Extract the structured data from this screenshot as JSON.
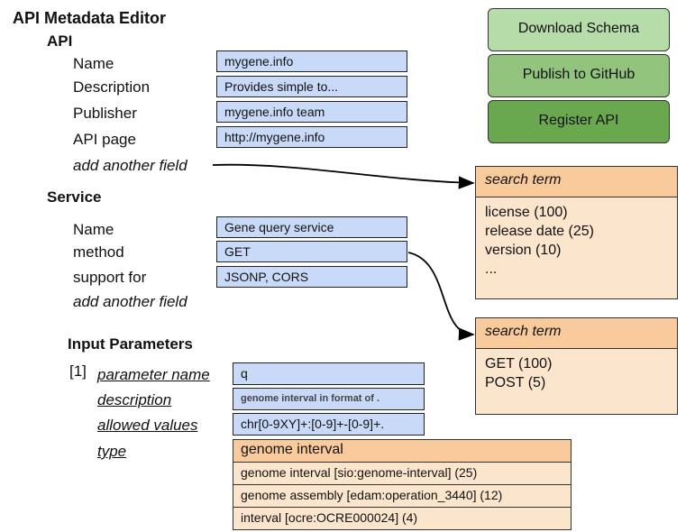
{
  "app": {
    "title": "API Metadata Editor"
  },
  "api": {
    "heading": "API",
    "fields": [
      {
        "label": "Name",
        "value": "mygene.info"
      },
      {
        "label": "Description",
        "value": "Provides simple to..."
      },
      {
        "label": "Publisher",
        "value": "mygene.info team"
      },
      {
        "label": "API page",
        "value": "http://mygene.info"
      }
    ],
    "add_field": "add another field"
  },
  "service": {
    "heading": "Service",
    "fields": [
      {
        "label": "Name",
        "value": "Gene query service"
      },
      {
        "label": "method",
        "value": "GET"
      },
      {
        "label": "support for",
        "value": "JSONP, CORS"
      }
    ],
    "add_field": "add another field"
  },
  "input_parameters": {
    "heading": "Input Parameters",
    "index": "[1]",
    "rows": [
      {
        "label": "parameter name",
        "value": "q"
      },
      {
        "label": "description",
        "value": "genome interval in format of ."
      },
      {
        "label": "allowed values",
        "value": "chr[0-9XY]+:[0-9]+-[0-9]+."
      },
      {
        "label": "type",
        "value": "genome interval"
      }
    ],
    "type_options": [
      "genome interval [sio:genome-interval] (25)",
      "genome assembly [edam:operation_3440] (12)",
      "interval [ocre:OCRE000024] (4)"
    ]
  },
  "buttons": {
    "download": "Download Schema",
    "publish": "Publish to GitHub",
    "register": "Register API"
  },
  "popups": [
    {
      "header": "search term",
      "items": [
        "license (100)",
        "release date (25)",
        "version (10)",
        "..."
      ]
    },
    {
      "header": "search term",
      "items": [
        "GET (100)",
        "POST (5)"
      ]
    }
  ],
  "colors": {
    "field_bg": "#c9daf8",
    "btn_light": "#b6dcaa",
    "btn_mid": "#93c47d",
    "btn_dark": "#6aa84f",
    "popup_head": "#f9cb9c",
    "popup_body": "#fce5cd"
  }
}
